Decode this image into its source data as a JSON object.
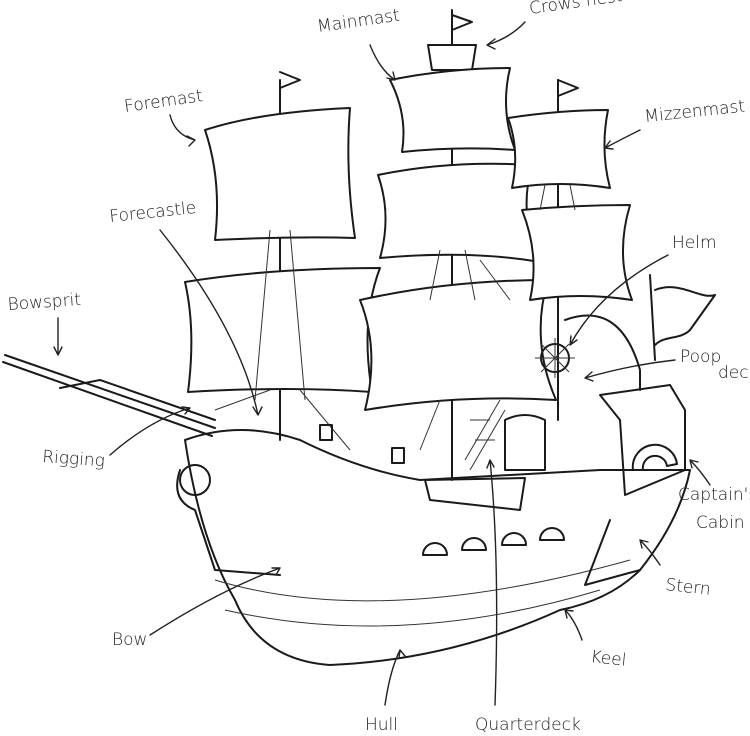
{
  "title": "Pirate ship parts",
  "labels": {
    "crows_nest": "Crows nest",
    "mainmast": "Mainmast",
    "foremast": "Foremast",
    "mizzenmast": "Mizzenmast",
    "forecastle": "Forecastle",
    "helm": "Helm",
    "bowsprit": "Bowsprit",
    "poop": "Poop",
    "deck": "deck",
    "rigging": "Rigging",
    "captains": "Captain's",
    "cabin": "Cabin",
    "stern": "Stern",
    "bow": "Bow",
    "keel": "Keel",
    "hull": "Hull",
    "quarterdeck": "Quarterdeck"
  }
}
